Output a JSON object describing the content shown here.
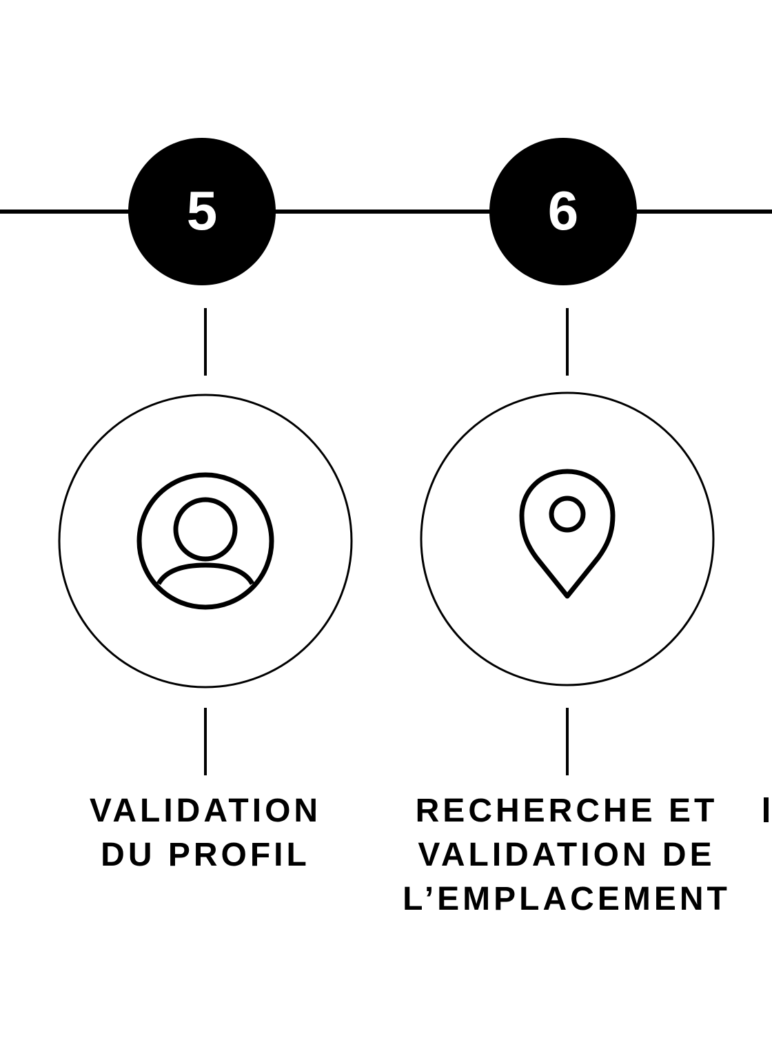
{
  "colors": {
    "line": "#000000",
    "badge_fill": "#000000",
    "badge_text": "#ffffff",
    "background": "#ffffff"
  },
  "steps": [
    {
      "number": "5",
      "icon": "user-profile-icon",
      "label_lines": [
        "VALIDATION",
        "DU PROFIL"
      ]
    },
    {
      "number": "6",
      "icon": "location-pin-icon",
      "label_lines": [
        "RECHERCHE ET",
        "VALIDATION DE",
        "L’EMPLACEMENT"
      ]
    }
  ]
}
